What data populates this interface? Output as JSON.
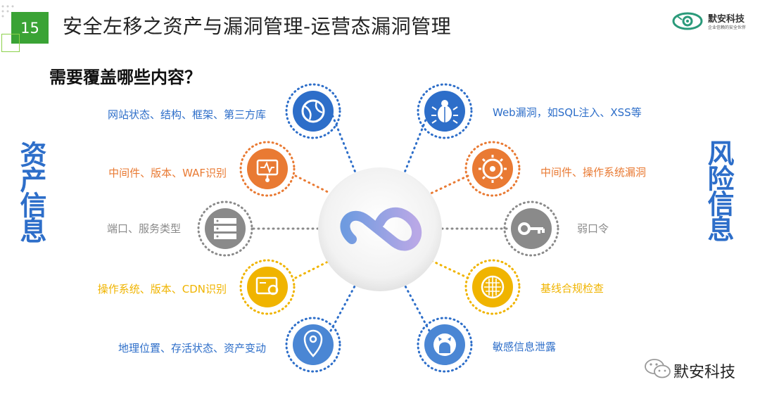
{
  "header": {
    "slide_number": "15",
    "title": "安全左移之资产与漏洞管理-运营态漏洞管理",
    "logo_text": "默安科技",
    "logo_subtitle": "企业信赖的安全伙伴"
  },
  "subtitle": "需要覆盖哪些内容？",
  "left_group": {
    "label": "资产信息",
    "items": [
      {
        "text": "网站状态、结构、框架、第三方库",
        "icon": "globe-icon",
        "color": "#2d6ec9"
      },
      {
        "text": "中间件、版本、WAF识别",
        "icon": "monitor-icon",
        "color": "#e97a33"
      },
      {
        "text": "端口、服务类型",
        "icon": "server-icon",
        "color": "#8a8a8a"
      },
      {
        "text": "操作系统、版本、CDN识别",
        "icon": "settings-screen-icon",
        "color": "#f0b400"
      },
      {
        "text": "地理位置、存活状态、资产变动",
        "icon": "location-pin-icon",
        "color": "#2d6ec9"
      }
    ]
  },
  "right_group": {
    "label": "风险信息",
    "items": [
      {
        "text": "Web漏洞，如SQL注入、XSS等",
        "icon": "bug-icon",
        "color": "#2d6ec9"
      },
      {
        "text": "中间件、操作系统漏洞",
        "icon": "virus-icon",
        "color": "#e97a33"
      },
      {
        "text": "弱口令",
        "icon": "key-icon",
        "color": "#8a8a8a"
      },
      {
        "text": "基线合规检查",
        "icon": "compliance-grid-icon",
        "color": "#f0b400"
      },
      {
        "text": "敏感信息泄露",
        "icon": "github-icon",
        "color": "#2d6ec9"
      }
    ]
  },
  "watermark": "默安科技"
}
